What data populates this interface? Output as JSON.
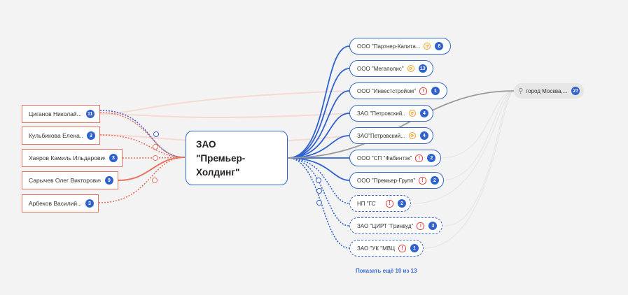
{
  "center": {
    "line1": "ЗАО",
    "line2": "\"Премьер-",
    "line3": "Холдинг\""
  },
  "persons": [
    {
      "name": "Циганов Николай...",
      "count": "11"
    },
    {
      "name": "Кульбикова Елена...",
      "count": "3"
    },
    {
      "name": "Хаяров Камиль Ильдарович",
      "count": "3"
    },
    {
      "name": "Сарычев Олег Викторович",
      "count": "9"
    },
    {
      "name": "Арбеков Василий...",
      "count": "3"
    }
  ],
  "orgs": [
    {
      "name": "ООО \"Партнер-Капита...",
      "icon": "sync-icon",
      "count": "8"
    },
    {
      "name": "ООО \"Мегаполис\"",
      "icon": "sync-icon",
      "count": "13"
    },
    {
      "name": "ООО \"Инвестстройом\"",
      "icon": "warning-icon",
      "count": "1"
    },
    {
      "name": "ЗАО \"Петровский...",
      "icon": "sync-icon",
      "count": "4"
    },
    {
      "name": "ЗАО\"Петровский...",
      "icon": "sync-icon",
      "count": "4"
    },
    {
      "name": "ООО \"СП \"Фабинтэк\"",
      "icon": "warning-icon",
      "count": "2"
    },
    {
      "name": "ООО \"Премьер-Групп\"",
      "icon": "warning-icon",
      "count": "2"
    },
    {
      "name": "НП \"ГС\"",
      "icon": "warning-icon",
      "count": "2"
    },
    {
      "name": "ЗАО \"ЦИРТ \"Гринвуд\"",
      "icon": "warning-icon",
      "count": "3"
    },
    {
      "name": "ЗАО \"УК \"МВЦ\"",
      "icon": "warning-icon",
      "count": "1"
    }
  ],
  "location": {
    "name": "город Москва,...",
    "count": "27"
  },
  "show_more": "Показать ещё 10 из 13",
  "colors": {
    "accent": "#3366cc",
    "person": "#e8735f",
    "badge": "#2f62cf",
    "link": "#3a6fd8",
    "warning": "#e53935",
    "sync": "#f0a020"
  }
}
